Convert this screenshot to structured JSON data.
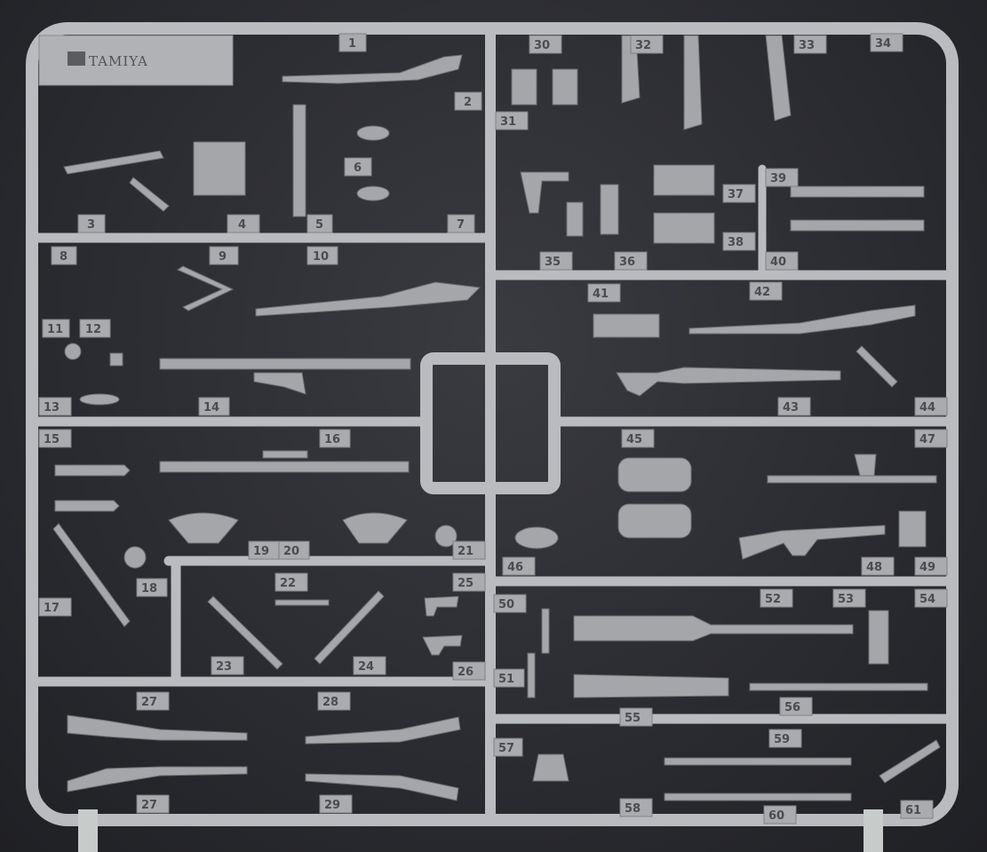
{
  "image": {
    "subject": "Plastic model kit sprue with weapon parts",
    "logo_text": "TAMIYA"
  },
  "part_numbers": [
    "1",
    "2",
    "3",
    "4",
    "5",
    "6",
    "7",
    "8",
    "9",
    "10",
    "11",
    "12",
    "13",
    "14",
    "15",
    "16",
    "17",
    "18",
    "19",
    "20",
    "21",
    "22",
    "23",
    "24",
    "25",
    "26",
    "27",
    "27",
    "28",
    "29",
    "30",
    "31",
    "32",
    "33",
    "34",
    "35",
    "36",
    "37",
    "38",
    "39",
    "40",
    "41",
    "42",
    "43",
    "44",
    "45",
    "46",
    "47",
    "48",
    "49",
    "50",
    "51",
    "52",
    "53",
    "54",
    "55",
    "56",
    "57",
    "58",
    "59",
    "60",
    "61"
  ],
  "colors": {
    "background": "#2a2b30",
    "plastic": "#a4a6aa",
    "runner": "#b9bbbf"
  }
}
